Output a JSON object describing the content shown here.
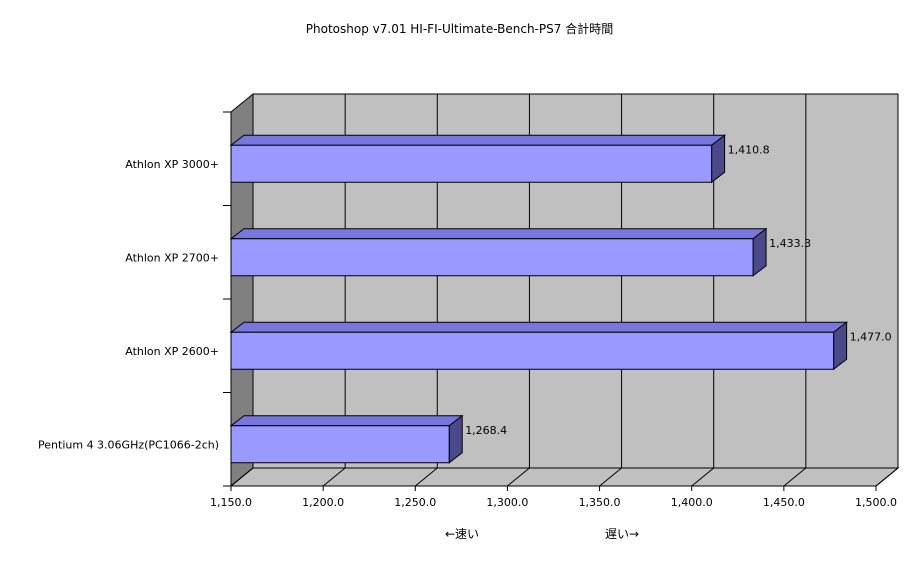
{
  "chart_data": {
    "type": "bar",
    "orientation": "horizontal",
    "title": "Photoshop v7.01 HI-FI-Ultimate-Bench-PS7 合計時間",
    "categories": [
      "Athlon XP 3000+",
      "Athlon XP 2700+",
      "Athlon XP 2600+",
      "Pentium 4 3.06GHz(PC1066-2ch)"
    ],
    "values": [
      1410.8,
      1433.3,
      1477.0,
      1268.4
    ],
    "value_labels": [
      "1,410.8",
      "1,433.3",
      "1,477.0",
      "1,268.4"
    ],
    "xlim": [
      1150,
      1500
    ],
    "x_ticks": [
      1150,
      1200,
      1250,
      1300,
      1350,
      1400,
      1450,
      1500
    ],
    "x_tick_labels": [
      "1,150.0",
      "1,200.0",
      "1,250.0",
      "1,300.0",
      "1,350.0",
      "1,400.0",
      "1,450.0",
      "1,500.0"
    ],
    "grid": true,
    "style": "3d",
    "annotations": {
      "faster": "←速い",
      "slower": "遅い→"
    },
    "colors": {
      "bar_front": "#9999ff",
      "bar_top": "#7777dd",
      "bar_side": "#4a4a8a",
      "wall": "#c0c0c0",
      "left_wall": "#808080"
    }
  }
}
